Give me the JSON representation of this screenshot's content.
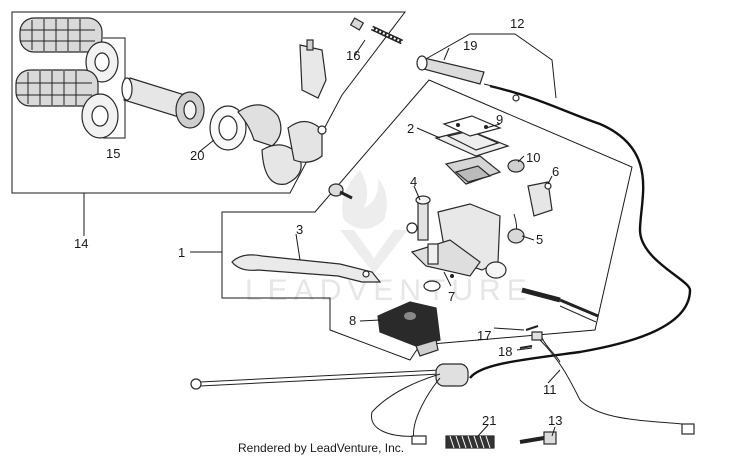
{
  "diagram": {
    "callouts": {
      "c1": "1",
      "c2": "2",
      "c3": "3",
      "c4": "4",
      "c5": "5",
      "c6": "6",
      "c7": "7",
      "c8": "8",
      "c9": "9",
      "c10": "10",
      "c11": "11",
      "c12": "12",
      "c13": "13",
      "c14": "14",
      "c15": "15",
      "c16": "16",
      "c17": "17",
      "c18": "18",
      "c19": "19",
      "c20": "20",
      "c21": "21"
    },
    "watermark": "LEADVENTURE",
    "credit": "Rendered by LeadVenture, Inc."
  },
  "colors": {
    "line": "#1a1a1a",
    "part_fill": "#e9e9e9",
    "watermark": "#e6e6e6"
  }
}
